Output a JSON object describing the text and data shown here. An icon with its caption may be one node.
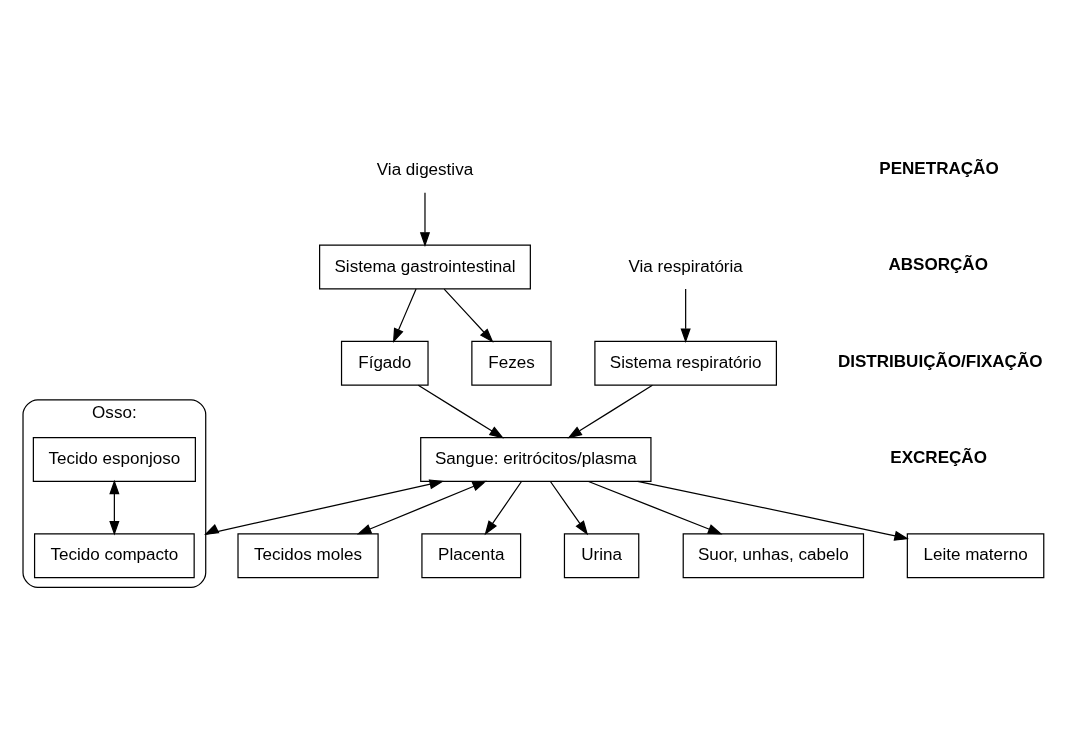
{
  "diagram": {
    "nodes": [
      {
        "text": [
          "Via digestiva"
        ]
      },
      {
        "text": [
          "Via respiratória"
        ]
      },
      {
        "text": [
          "Sistema gastrointestinal"
        ]
      },
      {
        "text": [
          "Sistema respiratório"
        ]
      },
      {
        "text": [
          "Osso:"
        ]
      },
      {
        "text": [
          "Tecido esponjoso"
        ],
        "in": 4
      },
      {
        "text": [
          "Tecido compacto"
        ],
        "in": 4
      },
      {
        "text": [
          "Fígado"
        ]
      },
      {
        "text": [
          "Sangue: eritrócitos/plasma"
        ]
      },
      {
        "text": [
          "Tecidos moles"
        ]
      },
      {
        "text": [
          "Placenta"
        ]
      },
      {
        "text": [
          "Fezes"
        ]
      },
      {
        "text": [
          "Urina"
        ]
      },
      {
        "text": [
          "Suor, unhas, cabelo"
        ]
      },
      {
        "text": [
          "Leite materno"
        ]
      }
    ],
    "edges": [
      {
        "from": 0,
        "to": 2,
        "arrow": "to"
      },
      {
        "from": 1,
        "to": 3,
        "arrow": "to"
      },
      {
        "from": 2,
        "to": 7,
        "arrow": "to"
      },
      {
        "from": 2,
        "to": 11,
        "arrow": "to"
      },
      {
        "from": 7,
        "to": 8,
        "arrow": "to"
      },
      {
        "from": 3,
        "to": 8,
        "arrow": "to"
      },
      {
        "from": 8,
        "to": 4,
        "arrow": "both"
      },
      {
        "from": 5,
        "to": 6,
        "arrow": "both"
      },
      {
        "from": 8,
        "to": 9,
        "arrow": "both"
      },
      {
        "from": 8,
        "to": 10,
        "arrow": "to"
      },
      {
        "from": 8,
        "to": 12,
        "arrow": "to"
      },
      {
        "from": 8,
        "to": 13,
        "arrow": "to"
      },
      {
        "from": 8,
        "to": 14,
        "arrow": "to"
      }
    ],
    "labels": [
      "PENETRAÇÃO",
      "ABSORÇÃO",
      "DISTRIBUIÇÃO/FIXAÇÃO",
      "EXCREÇÃO"
    ]
  }
}
